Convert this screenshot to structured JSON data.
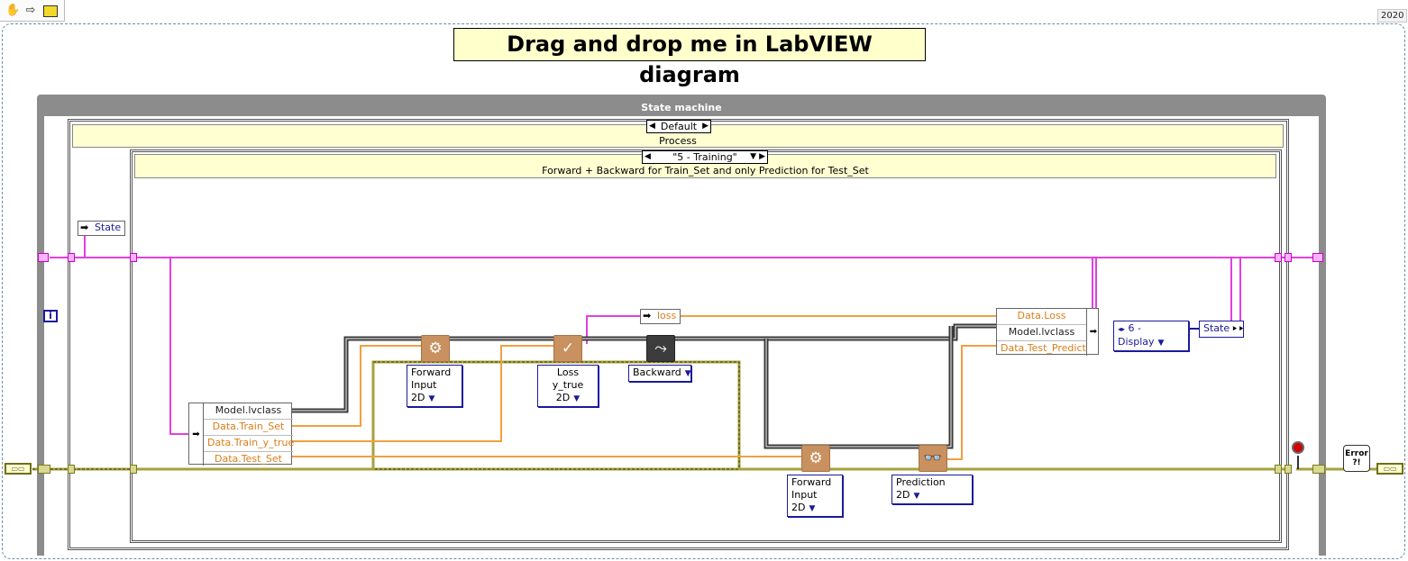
{
  "toolbar": {
    "icons": [
      "hand-tool-icon",
      "arrow-icon",
      "labview-icon"
    ],
    "version": "2020"
  },
  "snippet_title": "Drag and drop me in LabVIEW diagram",
  "while_loop": {
    "title": "State machine",
    "iteration_terminal": "i"
  },
  "outer_case": {
    "selector": "Default",
    "label": "Process"
  },
  "inner_case": {
    "selector": "\"5 - Training\"",
    "label": "Forward + Backward for Train_Set and only Prediction for Test_Set"
  },
  "state_local": "State",
  "unbundle": {
    "items": [
      "Model.lvclass",
      "Data.Train_Set",
      "Data.Train_y_true",
      "Data.Test_Set"
    ]
  },
  "loss_local": "loss",
  "nodes": {
    "forward1": {
      "line1": "Forward",
      "line2": "Input 2D"
    },
    "loss": {
      "line1": "Loss",
      "line2": "y_true 2D"
    },
    "backward": {
      "line1": "Backward"
    },
    "forward2": {
      "line1": "Forward",
      "line2": "Input 2D"
    },
    "prediction": {
      "line1": "Prediction 2D"
    }
  },
  "bundle": {
    "items": [
      "Data.Loss",
      "Model.lvclass",
      "Data.Test_Predict"
    ]
  },
  "next_state": {
    "enum_value": "6 - Display",
    "local": "State"
  },
  "error_handler": {
    "text": "Error ?!"
  },
  "colors": {
    "wire_class": "#3a3a3a",
    "wire_cluster": "#a7a23c",
    "wire_pink": "#e040e0",
    "wire_orange": "#f0a040",
    "frame": "#8c8c8c",
    "case_bar": "#ffffd2"
  }
}
